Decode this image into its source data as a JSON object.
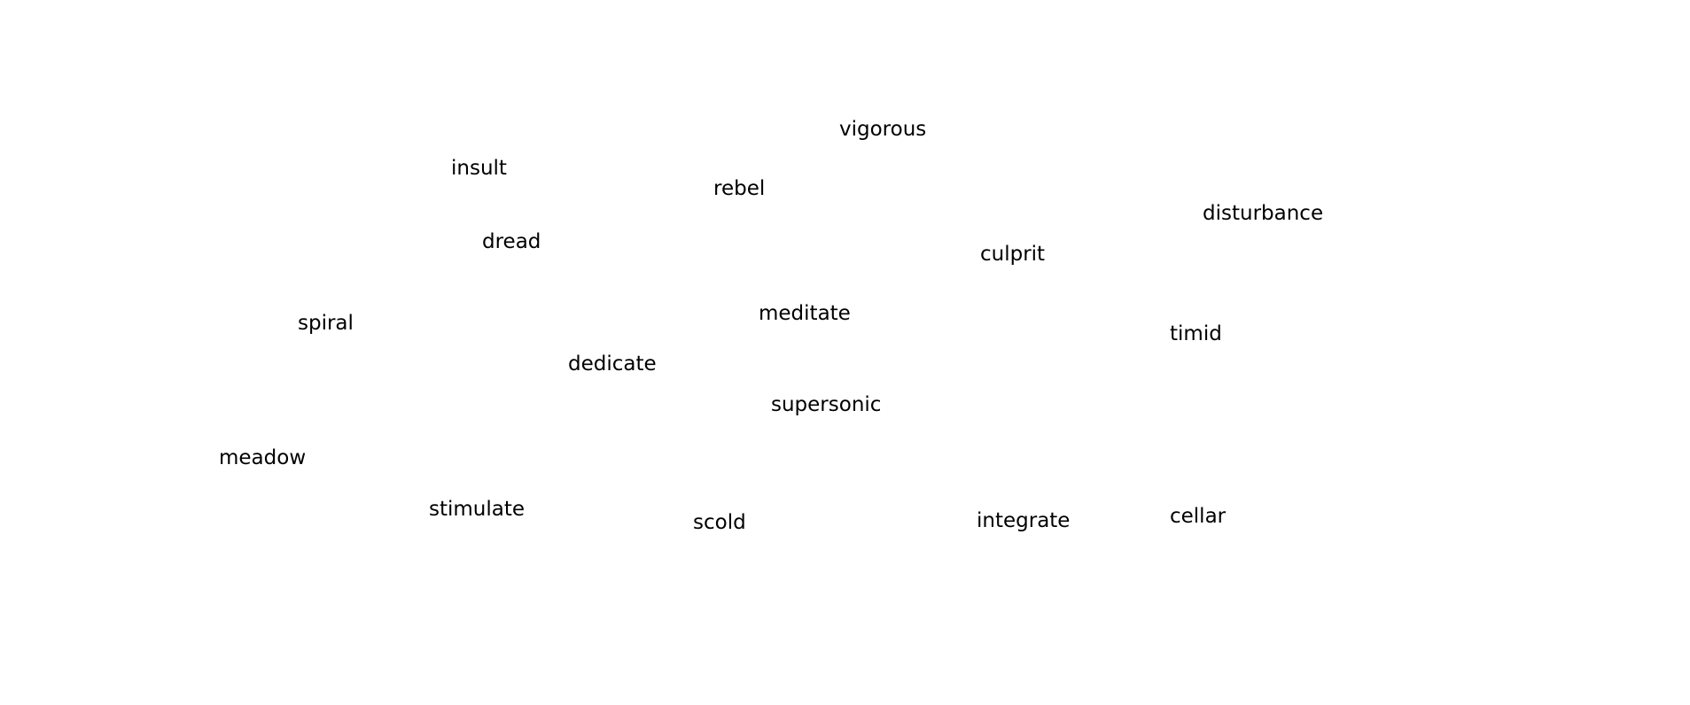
{
  "words": {
    "vigorous": "vigorous",
    "insult": "insult",
    "rebel": "rebel",
    "disturbance": "disturbance",
    "dread": "dread",
    "culprit": "culprit",
    "meditate": "meditate",
    "spiral": "spiral",
    "timid": "timid",
    "dedicate": "dedicate",
    "supersonic": "supersonic",
    "meadow": "meadow",
    "stimulate": "stimulate",
    "scold": "scold",
    "integrate": "integrate",
    "cellar": "cellar"
  },
  "colors": {
    "background": "#ffffff",
    "text": "#000000"
  }
}
